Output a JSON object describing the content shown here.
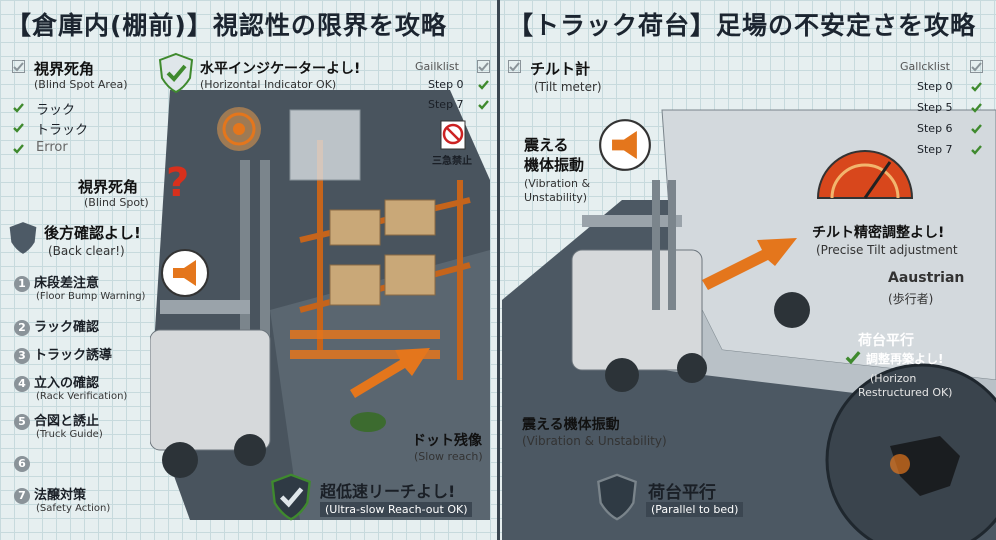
{
  "left": {
    "title": "【倉庫内(棚前)】視認性の限界を攻略",
    "checklist_top": [
      {
        "jp": "視界死角",
        "en": "(Blind Spot Area)"
      },
      {
        "jp": "ラック"
      },
      {
        "jp": "トラック"
      },
      {
        "jp": "Error"
      }
    ],
    "indicator_jp": "水平インジケーターよし!",
    "indicator_en": "(Horizontal Indicator OK)",
    "gailklist": "Gailklist",
    "step_a": "Step 0",
    "step_b": "Step 7",
    "no_sign": "三急禁止",
    "blind_jp": "視界死角",
    "blind_en": "(Blind Spot)",
    "back_jp": "後方確認よし!",
    "back_en": "(Back clear!)",
    "numbered": [
      {
        "n": "1",
        "jp": "床段差注意",
        "en": "(Floor Bump Warning)"
      },
      {
        "n": "2",
        "jp": "ラック確認",
        "en": ""
      },
      {
        "n": "3",
        "jp": "トラック誘導",
        "en": ""
      },
      {
        "n": "4",
        "jp": "立入の確認",
        "en": "(Rack Verification)"
      },
      {
        "n": "5",
        "jp": "合図と誘止",
        "en": "(Truck Guide)"
      },
      {
        "n": "6",
        "jp": "",
        "en": ""
      },
      {
        "n": "7",
        "jp": "法醸対策",
        "en": "(Safety Action)"
      }
    ],
    "dot_jp": "ドット残像",
    "dot_en": "(Slow reach)",
    "ultra_jp": "超低速リーチよし!",
    "ultra_en": "(Ultra-slow Reach-out OK)"
  },
  "right": {
    "title": "【トラック荷台】足場の不安定さを攻略",
    "tilt_jp": "チルト計",
    "tilt_en": "(Tilt meter)",
    "gallcklist": "Gallcklist",
    "steps": [
      "Step 0",
      "Step 5",
      "Step 6",
      "Step 7"
    ],
    "vib_jp": "震える\n機体振動",
    "vib_jp1": "震える",
    "vib_jp2": "機体振動",
    "vib_en1": "(Vibration &",
    "vib_en2": "Unstability)",
    "precise_jp": "チルト精密調整よし!",
    "precise_en": "(Precise Tilt adjustment",
    "aaustrian": "Aaustrian",
    "pedestrian": "(歩行者)",
    "vib2_jp": "震える機体振動",
    "vib2_en": "(Vibration & Unstability)",
    "parallel_jp": "荷台平行",
    "parallel_en": "(Parallel to bed)",
    "bed_jp1": "荷台平行",
    "bed_jp2": "調整再築よし!",
    "bed_en1": "(Horizon",
    "bed_en2": "Restructured OK)"
  },
  "colors": {
    "accent": "#e4761c",
    "check": "#3f8a2e",
    "dark": "#2f3a44"
  }
}
